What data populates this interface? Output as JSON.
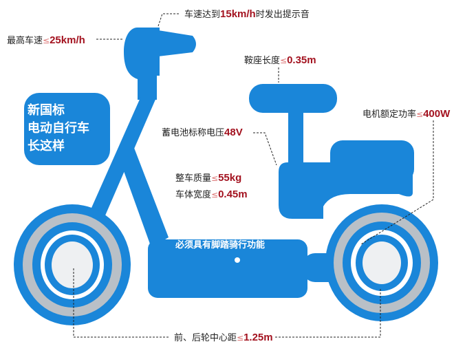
{
  "colors": {
    "body": "#1a86d9",
    "value": "#a3121f",
    "tire": "#b9c0c7"
  },
  "title": {
    "line1": "新国标",
    "line2": "电动自行车",
    "line3": "长这样"
  },
  "specs": {
    "alert": {
      "label": "车速达到",
      "value": "15km/h",
      "suffix": "时发出提示音"
    },
    "max_speed": {
      "label": "最高车速",
      "op": "≤",
      "value": "25km/h"
    },
    "seat_length": {
      "label": "鞍座长度",
      "op": "≤",
      "value": "0.35m"
    },
    "motor_power": {
      "label": "电机额定功率",
      "op": "≤",
      "value": "400W"
    },
    "battery_voltage": {
      "label": "蓄电池标称电压",
      "value": "48V"
    },
    "weight": {
      "label": "整车质量",
      "op": "≤",
      "value": "55kg"
    },
    "width": {
      "label": "车体宽度",
      "op": "≤",
      "value": "0.45m"
    },
    "pedal": {
      "label": "必须具有脚踏骑行功能"
    },
    "wheelbase": {
      "label": "前、后轮中心距",
      "op": "≤",
      "value": "1.25m"
    }
  }
}
